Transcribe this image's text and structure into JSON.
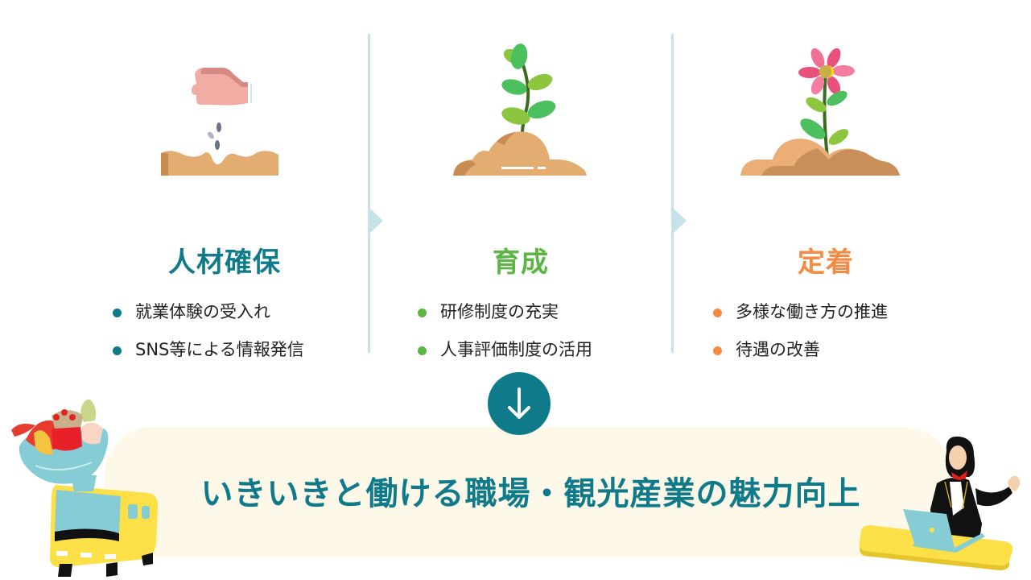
{
  "colors": {
    "teal": "#0f7b8a",
    "green": "#5db543",
    "orange": "#f58a42",
    "divider": "#c6e3ea",
    "banner_bg": "#fdf8e7"
  },
  "stages": [
    {
      "title": "人材確保",
      "color": "#0f7b8a",
      "icon": "hand-sowing-seeds-icon",
      "bullets": [
        "就業体験の受入れ",
        "SNS等による情報発信"
      ]
    },
    {
      "title": "育成",
      "color": "#5db543",
      "icon": "sprout-icon",
      "bullets": [
        "研修制度の充実",
        "人事評価制度の活用"
      ]
    },
    {
      "title": "定着",
      "color": "#f58a42",
      "icon": "flower-icon",
      "bullets": [
        "多様な働き方の推進",
        "待遇の改善"
      ]
    }
  ],
  "arrow": {
    "icon": "arrow-down-icon"
  },
  "banner": {
    "text": "いきいきと働ける職場・観光産業の魅力向上"
  },
  "decorations": {
    "left": "seafood-bowl-bus-illustration",
    "right": "receptionist-with-laptop-illustration"
  }
}
